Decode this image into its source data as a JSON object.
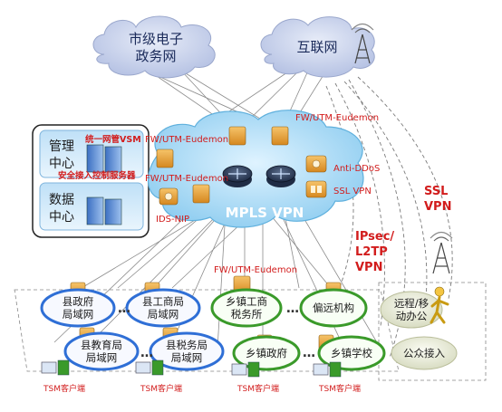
{
  "clouds": {
    "city_gov_line1": "市级电子",
    "city_gov_line2": "政务网",
    "internet": "互联网"
  },
  "center": {
    "mgmt_line1": "管理",
    "mgmt_line2": "中心",
    "data_line1": "数据",
    "data_line2": "中心",
    "vsm_label": "统一网管VSM",
    "access_ctrl_label": "安全接入控制服务器"
  },
  "core": {
    "mpls_label": "MPLS VPN",
    "fw_top": "FW/UTM-Eudemon",
    "fw_left1": "FW/UTM-Eudemon",
    "fw_left2": "FW/UTM-Eudemon",
    "fw_bottom": "FW/UTM-Eudemon",
    "ids": "IDS-NIP",
    "anti_ddos": "Anti-DDoS",
    "ssl_vpn_device": "SSL VPN"
  },
  "vpn_labels": {
    "ipsec_line1": "IPsec/",
    "ipsec_line2": "L2TP",
    "ipsec_line3": "VPN",
    "ssl_line1": "SSL",
    "ssl_line2": "VPN"
  },
  "branches": {
    "county_gov_line1": "县政府",
    "county_gov_line2": "局域网",
    "county_ic_line1": "县工商局",
    "county_ic_line2": "局域网",
    "county_edu_line1": "县教育局",
    "county_edu_line2": "局域网",
    "county_tax_line1": "县税务局",
    "county_tax_line2": "局域网",
    "town_ic_line1": "乡镇工商",
    "town_ic_line2": "税务所",
    "dispatch": "偏远机构",
    "town_gov": "乡镇政府",
    "town_school": "乡镇学校",
    "remote_mobile_line1": "远程/移",
    "remote_mobile_line2": "动办公",
    "public_access": "公众接入",
    "dots": "…"
  },
  "tsm": {
    "client1": "TSM客户端",
    "client2": "TSM客户端",
    "client3": "TSM客户端",
    "client4": "TSM客户端"
  },
  "colors": {
    "cloud_fill": "#c9d3ec",
    "core_cloud": "#bfe4f7",
    "red_text": "#d21c1c",
    "blue_ring": "#2f6fd6",
    "green_ring": "#3a9a2a",
    "firewall": "#e8a33a"
  }
}
